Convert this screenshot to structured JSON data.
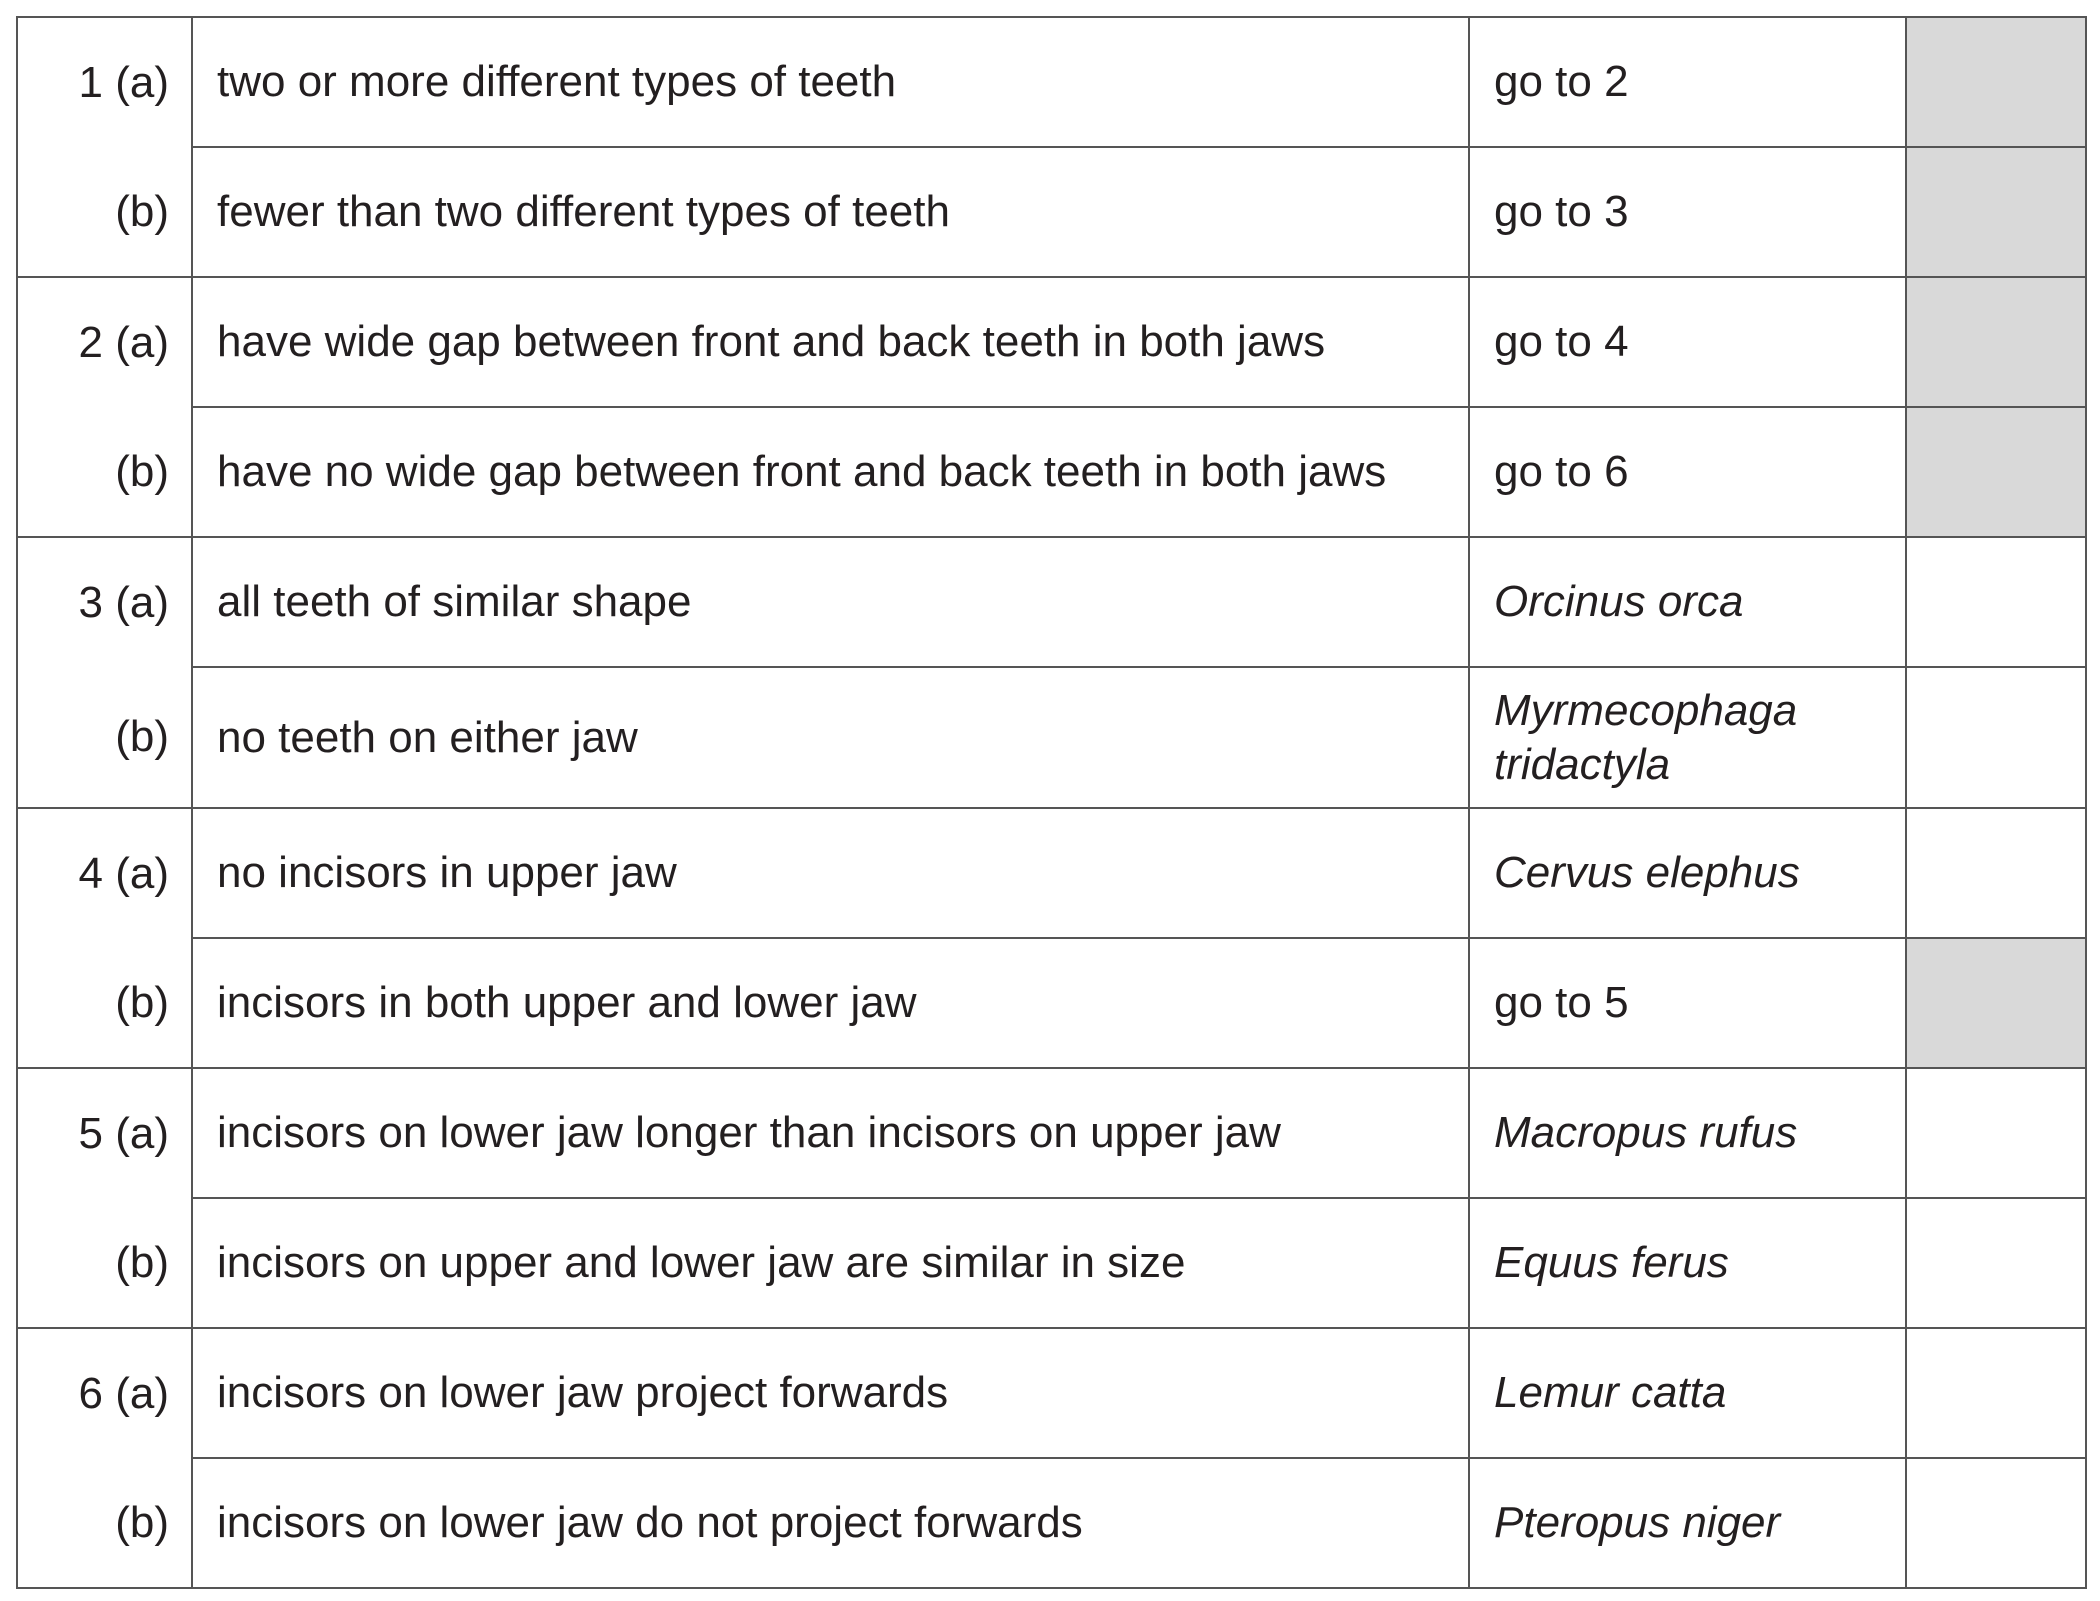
{
  "key": {
    "rows": [
      {
        "number": "1 (a)",
        "description": "two or more different types of teeth",
        "result": "go to 2",
        "result_italic": false,
        "height": 130,
        "answer_shaded": true
      },
      {
        "number": "(b)",
        "description": "fewer than two different types of teeth",
        "result": "go to 3",
        "result_italic": false,
        "height": 130,
        "answer_shaded": true
      },
      {
        "number": "2 (a)",
        "description": "have wide gap between front and back teeth in both jaws",
        "result": "go to 4",
        "result_italic": false,
        "height": 130,
        "answer_shaded": true
      },
      {
        "number": "(b)",
        "description": "have no wide gap between front and back teeth in both jaws",
        "result": "go to 6",
        "result_italic": false,
        "height": 130,
        "answer_shaded": true
      },
      {
        "number": "3 (a)",
        "description": "all teeth of similar shape",
        "result": "Orcinus orca",
        "result_italic": true,
        "height": 130,
        "answer_shaded": false
      },
      {
        "number": "(b)",
        "description": "no teeth on either jaw",
        "result": "Myrmecophaga tridactyla",
        "result_italic": true,
        "height": 141,
        "answer_shaded": false
      },
      {
        "number": "4 (a)",
        "description": "no incisors in upper jaw",
        "result": "Cervus elephus",
        "result_italic": true,
        "height": 130,
        "answer_shaded": false
      },
      {
        "number": "(b)",
        "description": "incisors in both upper and lower jaw",
        "result": "go to 5",
        "result_italic": false,
        "height": 130,
        "answer_shaded": true
      },
      {
        "number": "5 (a)",
        "description": "incisors on lower jaw longer than incisors on upper jaw",
        "result": "Macropus rufus",
        "result_italic": true,
        "height": 130,
        "answer_shaded": false
      },
      {
        "number": "(b)",
        "description": "incisors on upper and lower jaw are similar in size",
        "result": "Equus ferus",
        "result_italic": true,
        "height": 130,
        "answer_shaded": false
      },
      {
        "number": "6 (a)",
        "description": "incisors on lower jaw project forwards",
        "result": "Lemur catta",
        "result_italic": true,
        "height": 130,
        "answer_shaded": false
      },
      {
        "number": "(b)",
        "description": "incisors on lower jaw do not project forwards",
        "result": "Pteropus niger",
        "result_italic": true,
        "height": 130,
        "answer_shaded": false
      }
    ]
  }
}
